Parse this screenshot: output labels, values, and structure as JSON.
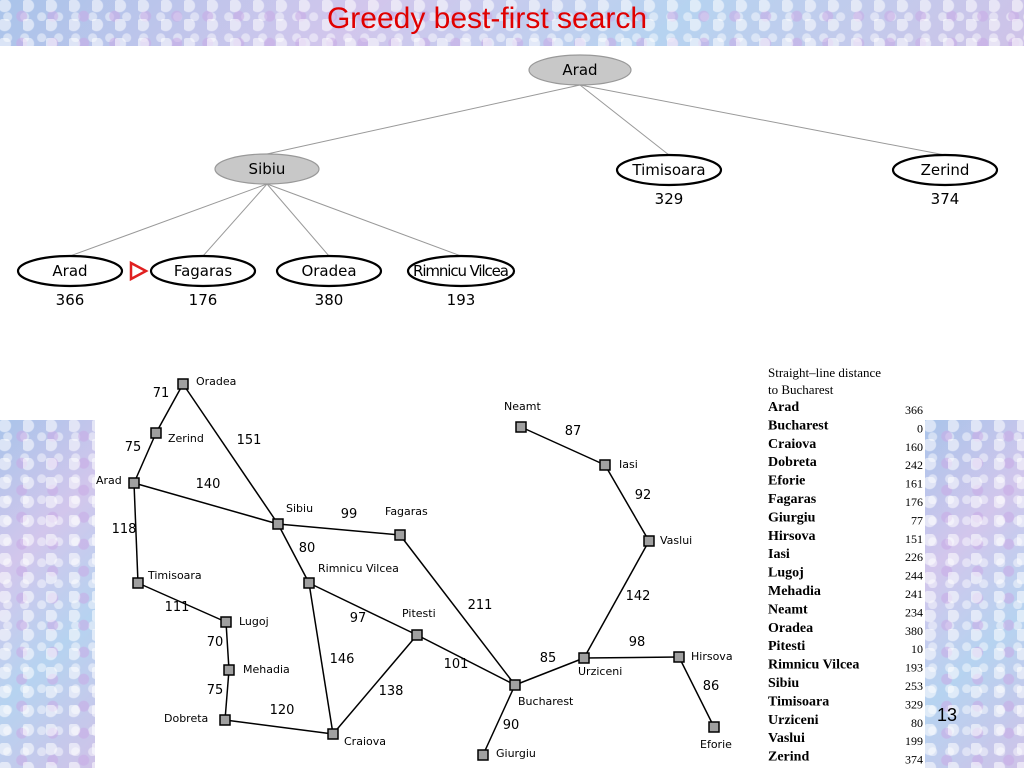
{
  "slide": {
    "title": "Greedy best-first search",
    "page_number": "13"
  },
  "tree": {
    "nodes": [
      {
        "id": "arad-root",
        "label": "Arad",
        "h": "",
        "expanded": true
      },
      {
        "id": "sibiu",
        "label": "Sibiu",
        "h": "",
        "expanded": true
      },
      {
        "id": "timisoara",
        "label": "Timisoara",
        "h": "329",
        "expanded": false
      },
      {
        "id": "zerind",
        "label": "Zerind",
        "h": "374",
        "expanded": false
      },
      {
        "id": "arad-leaf",
        "label": "Arad",
        "h": "366",
        "expanded": false
      },
      {
        "id": "fagaras",
        "label": "Fagaras",
        "h": "176",
        "expanded": false,
        "selected": true
      },
      {
        "id": "oradea",
        "label": "Oradea",
        "h": "380",
        "expanded": false
      },
      {
        "id": "rimnicu-vilcea",
        "label": "Rimnicu Vilcea",
        "h": "193",
        "expanded": false
      }
    ],
    "edges": [
      [
        "arad-root",
        "sibiu"
      ],
      [
        "arad-root",
        "timisoara"
      ],
      [
        "arad-root",
        "zerind"
      ],
      [
        "sibiu",
        "arad-leaf"
      ],
      [
        "sibiu",
        "fagaras"
      ],
      [
        "sibiu",
        "oradea"
      ],
      [
        "sibiu",
        "rimnicu-vilcea"
      ]
    ],
    "colors": {
      "expanded_fill": "#c8c8c8",
      "open_fill": "#ffffff",
      "edge": "#999999",
      "marker": "#e02020"
    }
  },
  "map": {
    "cities": [
      {
        "id": "oradea",
        "label": "Oradea"
      },
      {
        "id": "zerind",
        "label": "Zerind"
      },
      {
        "id": "arad",
        "label": "Arad"
      },
      {
        "id": "timisoara",
        "label": "Timisoara"
      },
      {
        "id": "lugoj",
        "label": "Lugoj"
      },
      {
        "id": "mehadia",
        "label": "Mehadia"
      },
      {
        "id": "dobreta",
        "label": "Dobreta"
      },
      {
        "id": "craiova",
        "label": "Craiova"
      },
      {
        "id": "sibiu",
        "label": "Sibiu"
      },
      {
        "id": "rimnicu",
        "label": "Rimnicu Vilcea"
      },
      {
        "id": "fagaras",
        "label": "Fagaras"
      },
      {
        "id": "pitesti",
        "label": "Pitesti"
      },
      {
        "id": "bucharest",
        "label": "Bucharest"
      },
      {
        "id": "giurgiu",
        "label": "Giurgiu"
      },
      {
        "id": "urziceni",
        "label": "Urziceni"
      },
      {
        "id": "hirsova",
        "label": "Hirsova"
      },
      {
        "id": "eforie",
        "label": "Eforie"
      },
      {
        "id": "vaslui",
        "label": "Vaslui"
      },
      {
        "id": "iasi",
        "label": "Iasi"
      },
      {
        "id": "neamt",
        "label": "Neamt"
      }
    ],
    "roads": [
      {
        "from": "oradea",
        "to": "zerind",
        "dist": "71"
      },
      {
        "from": "zerind",
        "to": "arad",
        "dist": "75"
      },
      {
        "from": "oradea",
        "to": "sibiu",
        "dist": "151"
      },
      {
        "from": "arad",
        "to": "sibiu",
        "dist": "140"
      },
      {
        "from": "arad",
        "to": "timisoara",
        "dist": "118"
      },
      {
        "from": "timisoara",
        "to": "lugoj",
        "dist": "111"
      },
      {
        "from": "lugoj",
        "to": "mehadia",
        "dist": "70"
      },
      {
        "from": "mehadia",
        "to": "dobreta",
        "dist": "75"
      },
      {
        "from": "dobreta",
        "to": "craiova",
        "dist": "120"
      },
      {
        "from": "sibiu",
        "to": "fagaras",
        "dist": "99"
      },
      {
        "from": "sibiu",
        "to": "rimnicu",
        "dist": "80"
      },
      {
        "from": "rimnicu",
        "to": "pitesti",
        "dist": "97"
      },
      {
        "from": "rimnicu",
        "to": "craiova",
        "dist": "146"
      },
      {
        "from": "craiova",
        "to": "pitesti",
        "dist": "138"
      },
      {
        "from": "fagaras",
        "to": "bucharest",
        "dist": "211"
      },
      {
        "from": "pitesti",
        "to": "bucharest",
        "dist": "101"
      },
      {
        "from": "bucharest",
        "to": "giurgiu",
        "dist": "90"
      },
      {
        "from": "bucharest",
        "to": "urziceni",
        "dist": "85"
      },
      {
        "from": "urziceni",
        "to": "hirsova",
        "dist": "98"
      },
      {
        "from": "hirsova",
        "to": "eforie",
        "dist": "86"
      },
      {
        "from": "urziceni",
        "to": "vaslui",
        "dist": "142"
      },
      {
        "from": "vaslui",
        "to": "iasi",
        "dist": "92"
      },
      {
        "from": "iasi",
        "to": "neamt",
        "dist": "87"
      }
    ],
    "colors": {
      "node_fill": "#a0a0a0",
      "node_stroke": "#000000",
      "road": "#000000"
    }
  },
  "distance_table": {
    "title_line1": "Straight–line distance",
    "title_line2": "to Bucharest",
    "rows": [
      {
        "city": "Arad",
        "value": "366"
      },
      {
        "city": "Bucharest",
        "value": "0"
      },
      {
        "city": "Craiova",
        "value": "160"
      },
      {
        "city": "Dobreta",
        "value": "242"
      },
      {
        "city": "Eforie",
        "value": "161"
      },
      {
        "city": "Fagaras",
        "value": "176"
      },
      {
        "city": "Giurgiu",
        "value": "77"
      },
      {
        "city": "Hirsova",
        "value": "151"
      },
      {
        "city": "Iasi",
        "value": "226"
      },
      {
        "city": "Lugoj",
        "value": "244"
      },
      {
        "city": "Mehadia",
        "value": "241"
      },
      {
        "city": "Neamt",
        "value": "234"
      },
      {
        "city": "Oradea",
        "value": "380"
      },
      {
        "city": "Pitesti",
        "value": "10"
      },
      {
        "city": "Rimnicu Vilcea",
        "value": "193"
      },
      {
        "city": "Sibiu",
        "value": "253"
      },
      {
        "city": "Timisoara",
        "value": "329"
      },
      {
        "city": "Urziceni",
        "value": "80"
      },
      {
        "city": "Vaslui",
        "value": "199"
      },
      {
        "city": "Zerind",
        "value": "374"
      }
    ]
  }
}
